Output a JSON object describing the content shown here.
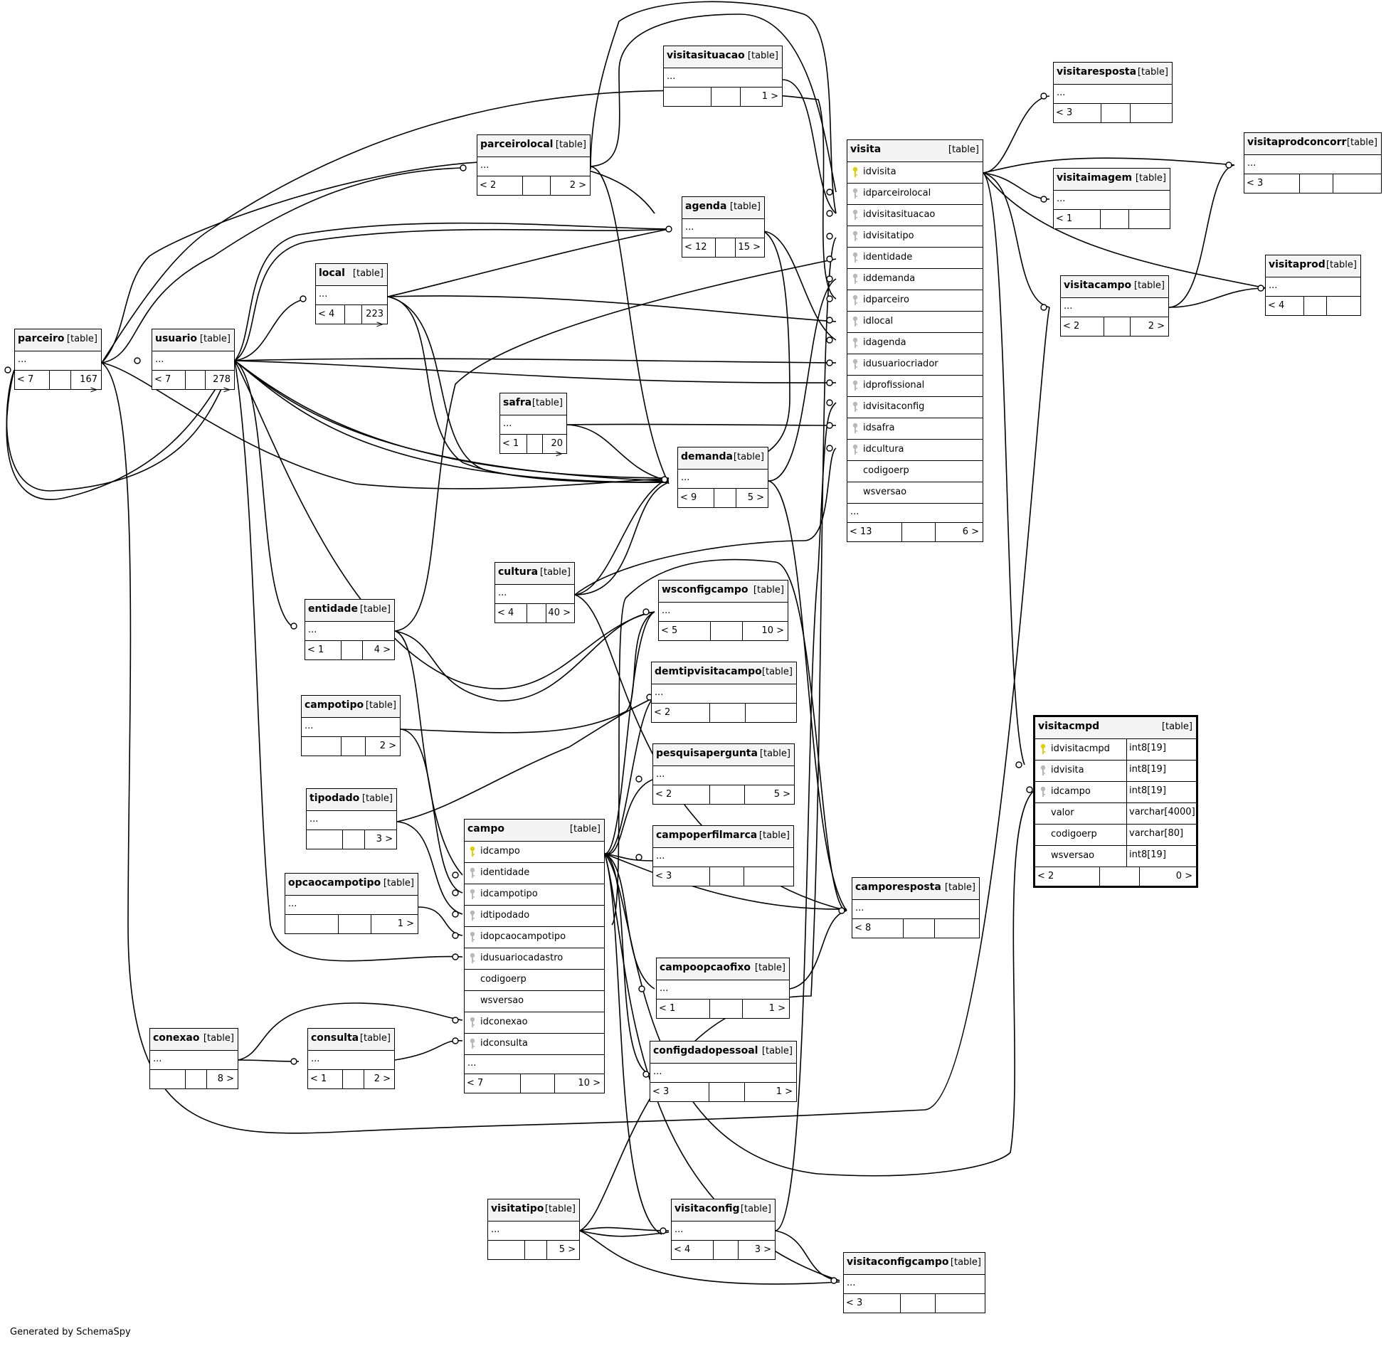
{
  "footer": "Generated by SchemaSpy",
  "type_label": "[table]",
  "ellipsis": "...",
  "tables": [
    {
      "name": "visitasituacao",
      "footer": [
        "",
        "",
        "1 >"
      ]
    },
    {
      "name": "visitaresposta",
      "footer": [
        "< 3",
        "",
        ""
      ]
    },
    {
      "name": "parceirolocal",
      "footer": [
        "< 2",
        "",
        "2 >"
      ]
    },
    {
      "name": "visita",
      "columns": [
        {
          "name": "idvisita",
          "key": "pk"
        },
        {
          "name": "idparceirolocal",
          "key": "fk"
        },
        {
          "name": "idvisitasituacao",
          "key": "fk"
        },
        {
          "name": "idvisitatipo",
          "key": "fk"
        },
        {
          "name": "identidade",
          "key": "fk"
        },
        {
          "name": "iddemanda",
          "key": "fk"
        },
        {
          "name": "idparceiro",
          "key": "fk"
        },
        {
          "name": "idlocal",
          "key": "fk"
        },
        {
          "name": "idagenda",
          "key": "fk"
        },
        {
          "name": "idusuariocriador",
          "key": "fk"
        },
        {
          "name": "idprofissional",
          "key": "fk"
        },
        {
          "name": "idvisitaconfig",
          "key": "fk"
        },
        {
          "name": "idsafra",
          "key": "fk"
        },
        {
          "name": "idcultura",
          "key": "fk"
        },
        {
          "name": "codigoerp",
          "key": ""
        },
        {
          "name": "wsversao",
          "key": ""
        }
      ],
      "footer": [
        "< 13",
        "",
        "6 >"
      ]
    },
    {
      "name": "visitaprodconcorr",
      "footer": [
        "< 3",
        "",
        ""
      ]
    },
    {
      "name": "visitaimagem",
      "footer": [
        "< 1",
        "",
        ""
      ]
    },
    {
      "name": "agenda",
      "footer": [
        "< 12",
        "",
        "15 >"
      ]
    },
    {
      "name": "visitaprod",
      "footer": [
        "< 4",
        "",
        ""
      ]
    },
    {
      "name": "local",
      "footer": [
        "< 4",
        "",
        "223 >"
      ]
    },
    {
      "name": "visitacampo",
      "footer": [
        "< 2",
        "",
        "2 >"
      ]
    },
    {
      "name": "parceiro",
      "footer": [
        "< 7",
        "",
        "167 >"
      ]
    },
    {
      "name": "usuario",
      "footer": [
        "< 7",
        "",
        "278 >"
      ]
    },
    {
      "name": "safra",
      "footer": [
        "< 1",
        "",
        "20 >"
      ]
    },
    {
      "name": "demanda",
      "footer": [
        "< 9",
        "",
        "5 >"
      ]
    },
    {
      "name": "cultura",
      "footer": [
        "< 4",
        "",
        "40 >"
      ]
    },
    {
      "name": "wsconfigcampo",
      "footer": [
        "< 5",
        "",
        "10 >"
      ]
    },
    {
      "name": "entidade",
      "footer": [
        "< 1",
        "",
        "4 >"
      ]
    },
    {
      "name": "demtipvisitacampo",
      "footer": [
        "< 2",
        "",
        ""
      ]
    },
    {
      "name": "visitacmpd",
      "columns": [
        {
          "name": "idvisitacmpd",
          "key": "pk",
          "type": "int8[19]"
        },
        {
          "name": "idvisita",
          "key": "fk",
          "type": "int8[19]"
        },
        {
          "name": "idcampo",
          "key": "fk",
          "type": "int8[19]"
        },
        {
          "name": "valor",
          "key": "",
          "type": "varchar[4000]"
        },
        {
          "name": "codigoerp",
          "key": "",
          "type": "varchar[80]"
        },
        {
          "name": "wsversao",
          "key": "",
          "type": "int8[19]"
        }
      ],
      "footer": [
        "< 2",
        "",
        "0 >"
      ]
    },
    {
      "name": "campotipo",
      "footer": [
        "",
        "",
        "2 >"
      ]
    },
    {
      "name": "pesquisapergunta",
      "footer": [
        "< 2",
        "",
        "5 >"
      ]
    },
    {
      "name": "tipodado",
      "footer": [
        "",
        "",
        "3 >"
      ]
    },
    {
      "name": "campo",
      "columns": [
        {
          "name": "idcampo",
          "key": "pk"
        },
        {
          "name": "identidade",
          "key": "fk"
        },
        {
          "name": "idcampotipo",
          "key": "fk"
        },
        {
          "name": "idtipodado",
          "key": "fk"
        },
        {
          "name": "idopcaocampotipo",
          "key": "fk"
        },
        {
          "name": "idusuariocadastro",
          "key": "fk"
        },
        {
          "name": "codigoerp",
          "key": ""
        },
        {
          "name": "wsversao",
          "key": ""
        },
        {
          "name": "idconexao",
          "key": "fk"
        },
        {
          "name": "idconsulta",
          "key": "fk"
        }
      ],
      "footer": [
        "< 7",
        "",
        "10 >"
      ]
    },
    {
      "name": "campoperfilmarca",
      "footer": [
        "< 3",
        "",
        ""
      ]
    },
    {
      "name": "opcaocampotipo",
      "footer": [
        "",
        "",
        "1 >"
      ]
    },
    {
      "name": "camporesposta",
      "footer": [
        "< 8",
        "",
        ""
      ]
    },
    {
      "name": "campoopcaofixo",
      "footer": [
        "< 1",
        "",
        "1 >"
      ]
    },
    {
      "name": "conexao",
      "footer": [
        "",
        "",
        "8 >"
      ]
    },
    {
      "name": "consulta",
      "footer": [
        "< 1",
        "",
        "2 >"
      ]
    },
    {
      "name": "configdadopessoal",
      "footer": [
        "< 3",
        "",
        "1 >"
      ]
    },
    {
      "name": "visitatipo",
      "footer": [
        "",
        "",
        "5 >"
      ]
    },
    {
      "name": "visitaconfig",
      "footer": [
        "< 4",
        "",
        "3 >"
      ]
    },
    {
      "name": "visitaconfigcampo",
      "footer": [
        "< 3",
        "",
        ""
      ]
    }
  ]
}
